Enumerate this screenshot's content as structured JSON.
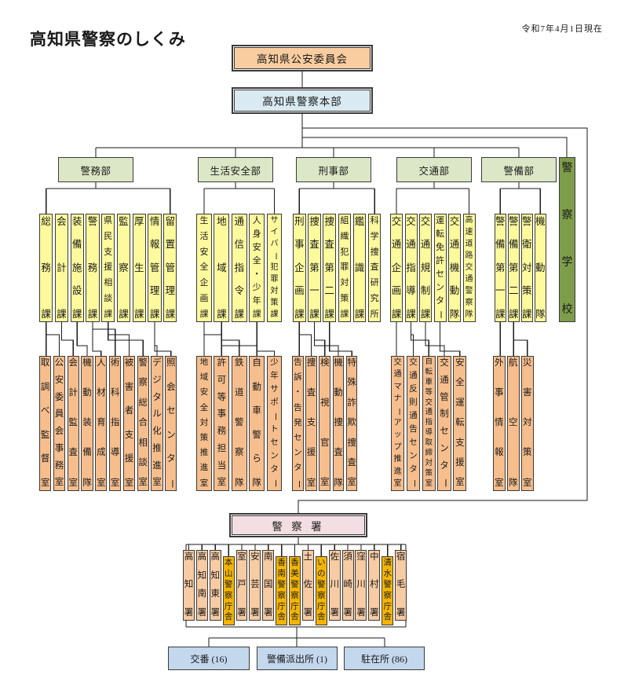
{
  "title": "高知県警察のしくみ",
  "date_note": "令和7年4月1日現在",
  "commission": "高知県公安委員会",
  "headquarters": "高知県警察本部",
  "police_school": "警察学校",
  "station_header": "警 察 署",
  "departments": [
    {
      "name": "警務部",
      "divisions": [
        "総務課",
        "会計課",
        "装備施設課",
        "警務課",
        "県民支援相談課",
        "監察課",
        "厚生課",
        "情報管理課",
        "留置管理課"
      ],
      "offices": [
        "取調べ監督室",
        "公安委員会事務室",
        "会計監査室",
        "機動装備隊",
        "人材育成室",
        "術科指導室",
        "被害者支援室",
        "警察総合相談室",
        "デジタル化推進室",
        "照会センター"
      ]
    },
    {
      "name": "生活安全部",
      "divisions": [
        "生活安全企画課",
        "地域課",
        "通信指令課",
        "人身安全・少年課",
        "サイバー犯罪対策課"
      ],
      "offices": [
        "地域安全対策推進室",
        "許可等事務担当室",
        "鉄道警察隊",
        "自動車警ら隊",
        "少年サポートセンター"
      ]
    },
    {
      "name": "刑事部",
      "divisions": [
        "刑事企画課",
        "捜査第一課",
        "捜査第二課",
        "組織犯罪対策課",
        "鑑識課",
        "科学捜査研究所"
      ],
      "offices": [
        "告訴・告発センター",
        "捜査支援室",
        "検視官室",
        "機動捜査隊",
        "特殊詐欺捜査室"
      ]
    },
    {
      "name": "交通部",
      "divisions": [
        "交通企画課",
        "交通指導課",
        "交通規制課",
        "運転免許センター",
        "交通機動隊",
        "高速道路交通警察隊"
      ],
      "offices": [
        "交通マナーアップ推進室",
        "交通反則通告センター",
        "自転車等交通指導取締対策室",
        "交通管制センター",
        "安全運転支援室"
      ]
    },
    {
      "name": "警備部",
      "divisions": [
        "警備第一課",
        "警備第二課",
        "警衛対策課",
        "機動隊"
      ],
      "offices": [
        "外事情報室",
        "航空隊",
        "災害対策室"
      ]
    }
  ],
  "stations": [
    {
      "name": "高知署",
      "type": "station"
    },
    {
      "name": "高知南署",
      "type": "station"
    },
    {
      "name": "高知東署",
      "type": "station"
    },
    {
      "name": "本山警察庁舎",
      "type": "annex"
    },
    {
      "name": "室戸署",
      "type": "station"
    },
    {
      "name": "安芸署",
      "type": "station"
    },
    {
      "name": "南国署",
      "type": "station"
    },
    {
      "name": "香南警察庁舎",
      "type": "annex"
    },
    {
      "name": "香美警察庁舎",
      "type": "annex"
    },
    {
      "name": "土佐署",
      "type": "station"
    },
    {
      "name": "いの警察庁舎",
      "type": "annex"
    },
    {
      "name": "佐川署",
      "type": "station"
    },
    {
      "name": "須崎署",
      "type": "station"
    },
    {
      "name": "窪川署",
      "type": "station"
    },
    {
      "name": "中村署",
      "type": "station"
    },
    {
      "name": "清水警察庁舎",
      "type": "annex"
    },
    {
      "name": "宿毛署",
      "type": "station"
    }
  ],
  "bottom_units": [
    {
      "label": "交番 (16)"
    },
    {
      "label": "警備派出所 (1)"
    },
    {
      "label": "駐在所 (86)"
    }
  ],
  "colors": {
    "line": "#1a1a1a",
    "border": "#3a3a3a",
    "commission": "#facda0",
    "headquarters": "#d9eaf2",
    "department": "#dbe7c6",
    "division": "#fdfa9d",
    "office": "#f6be8d",
    "school": "#7e9d4b",
    "station_header": "#f3dee3",
    "station": "#f7cba3",
    "annex": "#f4b502",
    "unit": "#c3d7ed"
  }
}
